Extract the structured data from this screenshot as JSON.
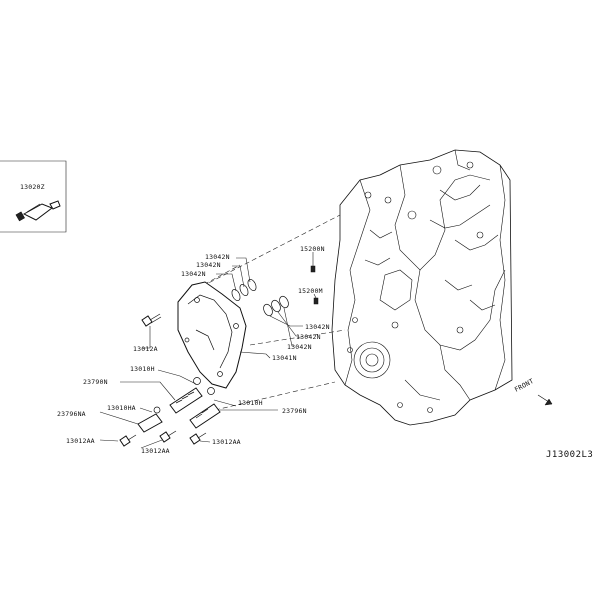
{
  "labels": {
    "inset_part": "13020Z",
    "sealant_title": "",
    "p15200n": "15200N",
    "p15200m": "15200M",
    "p13042n_a": "13042N",
    "p13042n_b": "13042N",
    "p13042n_c": "13042N",
    "p13042n_d": "13042N",
    "p13042n_e": "13042N",
    "p13012a": "13012A",
    "p13041n": "13041N",
    "p23790n": "23790N",
    "p13010h": "13010H",
    "p13010ha": "13010HA",
    "p23796na": "23796NA",
    "p13010h_b": "13010H",
    "p23796n": "23796N",
    "p13012aa_a": "13012AA",
    "p13012aa_b": "13012AA",
    "p13012aa_c": "13012AA",
    "front": "FRONT",
    "diagram_code": "J13002L3"
  }
}
